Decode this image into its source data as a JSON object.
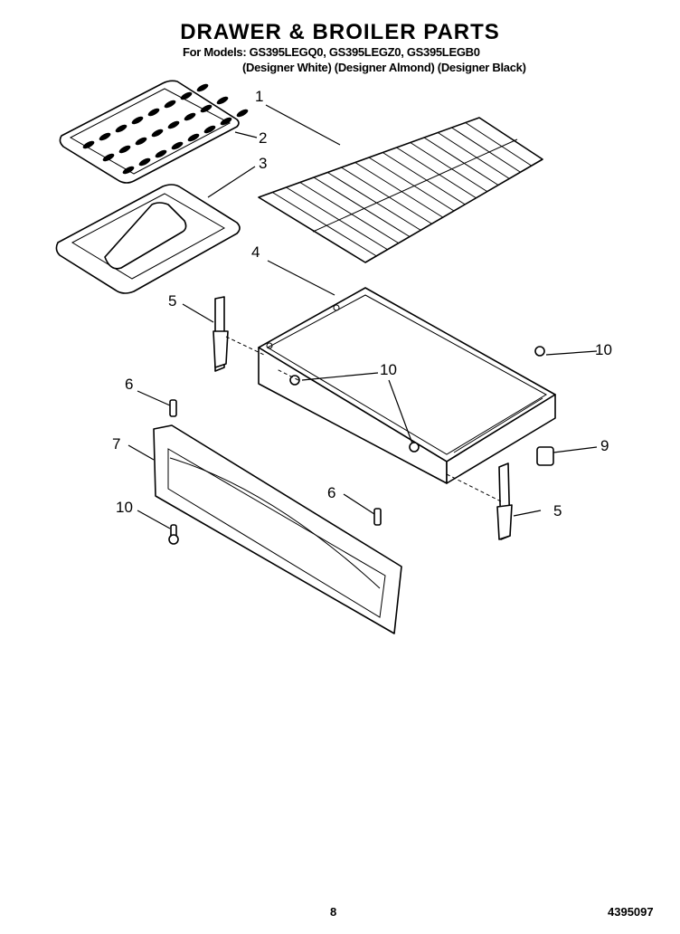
{
  "header": {
    "title": "DRAWER & BROILER PARTS",
    "models_line": "For Models: GS395LEGQ0, GS395LEGZ0, GS395LEGB0",
    "variants_line": "(Designer White) (Designer Almond) (Designer Black)"
  },
  "callouts": [
    {
      "id": "c1",
      "label": "1"
    },
    {
      "id": "c2",
      "label": "2"
    },
    {
      "id": "c3",
      "label": "3"
    },
    {
      "id": "c4",
      "label": "4"
    },
    {
      "id": "c5a",
      "label": "5"
    },
    {
      "id": "c5b",
      "label": "5"
    },
    {
      "id": "c6a",
      "label": "6"
    },
    {
      "id": "c6b",
      "label": "6"
    },
    {
      "id": "c7",
      "label": "7"
    },
    {
      "id": "c9",
      "label": "9"
    },
    {
      "id": "c10a",
      "label": "10"
    },
    {
      "id": "c10b",
      "label": "10"
    },
    {
      "id": "c10c",
      "label": "10"
    },
    {
      "id": "c10d",
      "label": "10"
    }
  ],
  "footer": {
    "page_number": "8",
    "document_number": "4395097"
  }
}
